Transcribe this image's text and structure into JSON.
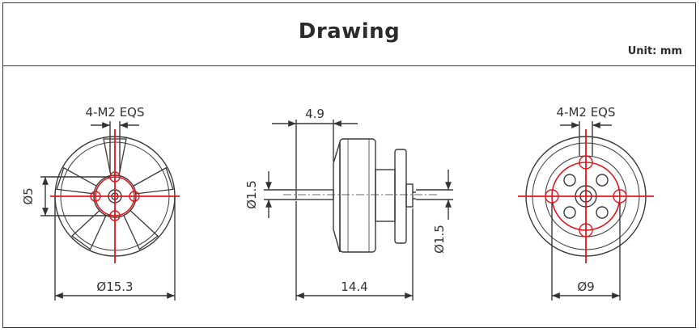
{
  "header": {
    "title": "Drawing",
    "unit": "Unit:  mm"
  },
  "colors": {
    "line": "#3a3a3a",
    "centerline": "#e0161e"
  },
  "views": {
    "front": {
      "mount_label": "4-M2 EQS",
      "pitch_label": "Ø5",
      "diameter_label": "Ø15.3"
    },
    "side": {
      "top_dim": "4.9",
      "shaft_dim": "Ø1.5",
      "rear_dim": "Ø1.5",
      "length_dim": "14.4"
    },
    "back": {
      "mount_label": "4-M2 EQS",
      "pitch_label": "Ø9"
    }
  }
}
